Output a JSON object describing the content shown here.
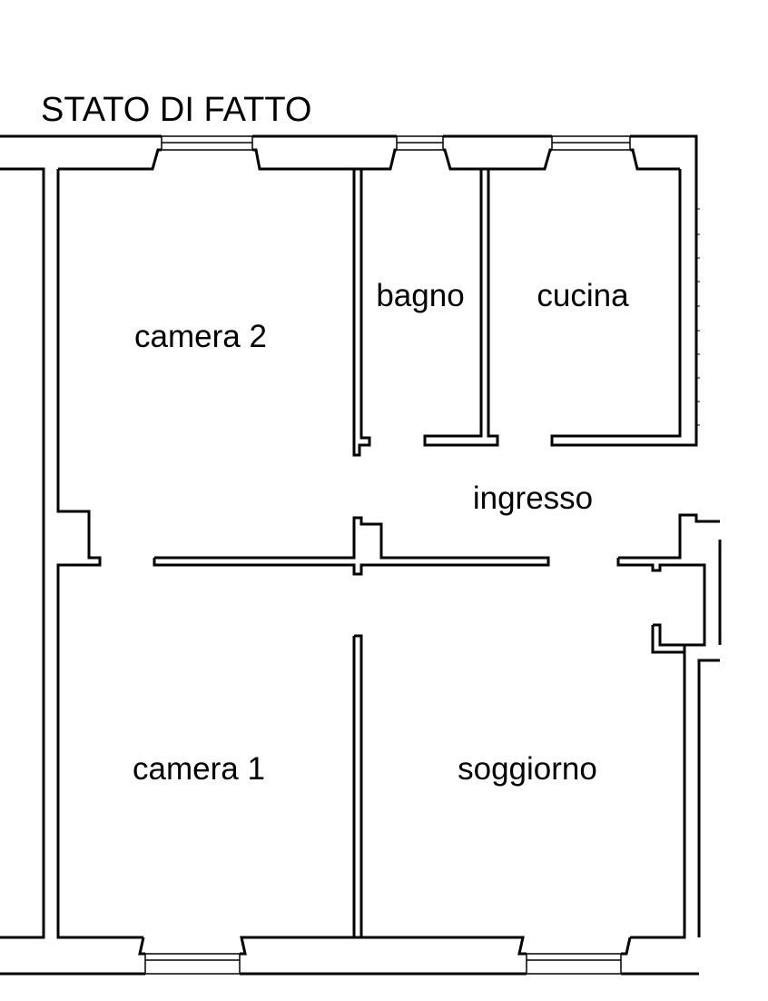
{
  "title": "STATO DI FATTO",
  "rooms": {
    "camera2": "camera 2",
    "bagno": "bagno",
    "cucina": "cucina",
    "ingresso": "ingresso",
    "camera1": "camera 1",
    "soggiorno": "soggiorno"
  }
}
